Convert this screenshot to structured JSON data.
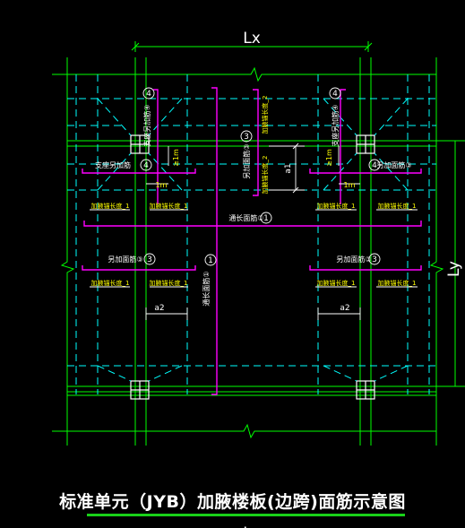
{
  "title": "标准单元（JYB）加腋楼板(边跨)面筋示意图",
  "dims": {
    "lx": "Lx",
    "ly": "Ly",
    "a1": "a1",
    "a2": "a2",
    "one_m": "1m",
    "ge1m": "≥1m"
  },
  "labels": {
    "through_rebar_1": "通长面筋①",
    "through_rebar_1_vertical": "通长面筋①",
    "extra_rebar_3": "另加面筋③",
    "extra_rebar_3_vertical": "另加面筋③",
    "column_extra_rebar_4": "支座另加筋④",
    "column_extra_rebar_4_short": "支座另加筋",
    "anchor_length_1": "加腋锚长度_1",
    "anchor_length_2": "加腋锚长度_2"
  },
  "colors": {
    "background": "#000000",
    "beam_line": "#00ff00",
    "dashed_line": "#00ffff",
    "rebar": "#ff00ff",
    "text": "#ffffff",
    "annotation": "#ffff00",
    "underline": "#19d219"
  }
}
